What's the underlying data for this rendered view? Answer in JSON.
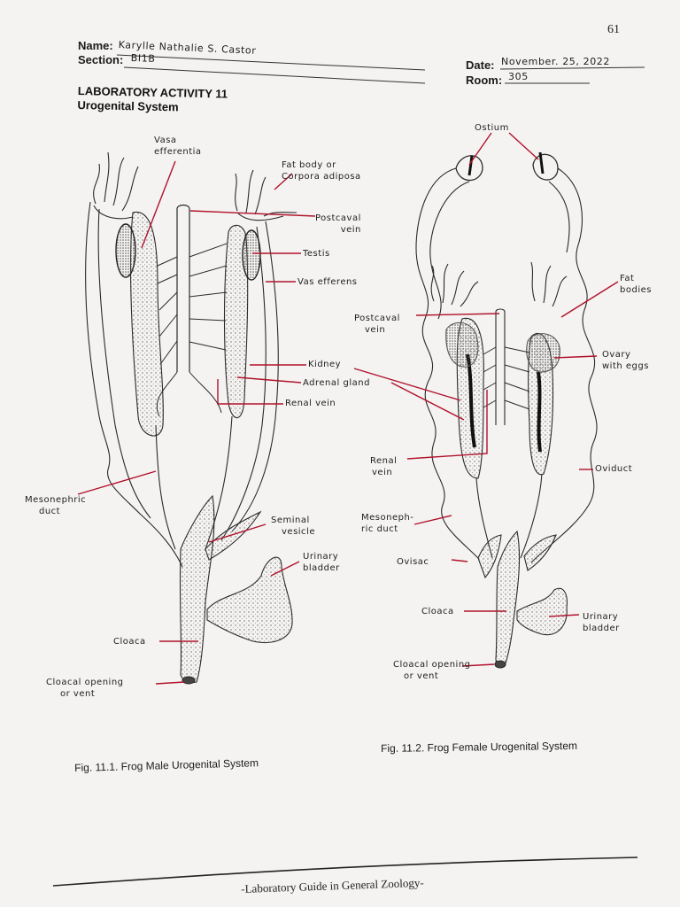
{
  "page_number": "61",
  "header": {
    "name_label": "Name:",
    "name_value": "Karylle Nathalie S. Castor",
    "section_label": "Section:",
    "section_value": "BI1B",
    "date_label": "Date:",
    "date_value": "November. 25, 2022",
    "room_label": "Room:",
    "room_value": "305"
  },
  "activity": {
    "line1": "LABORATORY ACTIVITY 11",
    "line2": "Urogenital System"
  },
  "male_labels": {
    "vasa_efferentia": [
      "Vasa",
      "efferentia"
    ],
    "fat_body": [
      "Fat body or",
      "Corpora adiposa"
    ],
    "postcaval_vein": [
      "Postcaval",
      "vein"
    ],
    "testis": "Testis",
    "vas_efferens": "Vas efferens",
    "kidney": "Kidney",
    "adrenal_gland": "Adrenal gland",
    "renal_vein": "Renal vein",
    "mesonephric_duct": [
      "Mesonephric",
      "duct"
    ],
    "seminal_vesicle": [
      "Seminal",
      "vesicle"
    ],
    "urinary_bladder": [
      "Urinary",
      "bladder"
    ],
    "cloaca": "Cloaca",
    "cloacal_opening": [
      "Cloacal opening",
      "or vent"
    ]
  },
  "female_labels": {
    "ostium": "Ostium",
    "fat_bodies": [
      "Fat",
      "bodies"
    ],
    "postcaval_vein": [
      "Postcaval",
      "vein"
    ],
    "ovary": [
      "Ovary",
      "with eggs"
    ],
    "renal_vein": [
      "Renal",
      "vein"
    ],
    "oviduct": "Oviduct",
    "mesonephric_duct": [
      "Mesoneph-",
      "ric duct"
    ],
    "ovisac": "Ovisac",
    "cloaca": "Cloaca",
    "urinary_bladder": [
      "Urinary",
      "bladder"
    ],
    "cloacal_opening": [
      "Cloacal opening",
      "or vent"
    ]
  },
  "captions": {
    "fig1": "Fig. 11.1. Frog Male Urogenital System",
    "fig2": "Fig. 11.2. Frog Female Urogenital System"
  },
  "footer": "-Laboratory Guide in General Zoology-",
  "colors": {
    "leader_line": "#b0122b",
    "ink": "#1e1e1e",
    "stipple": "#6a6a6a"
  }
}
